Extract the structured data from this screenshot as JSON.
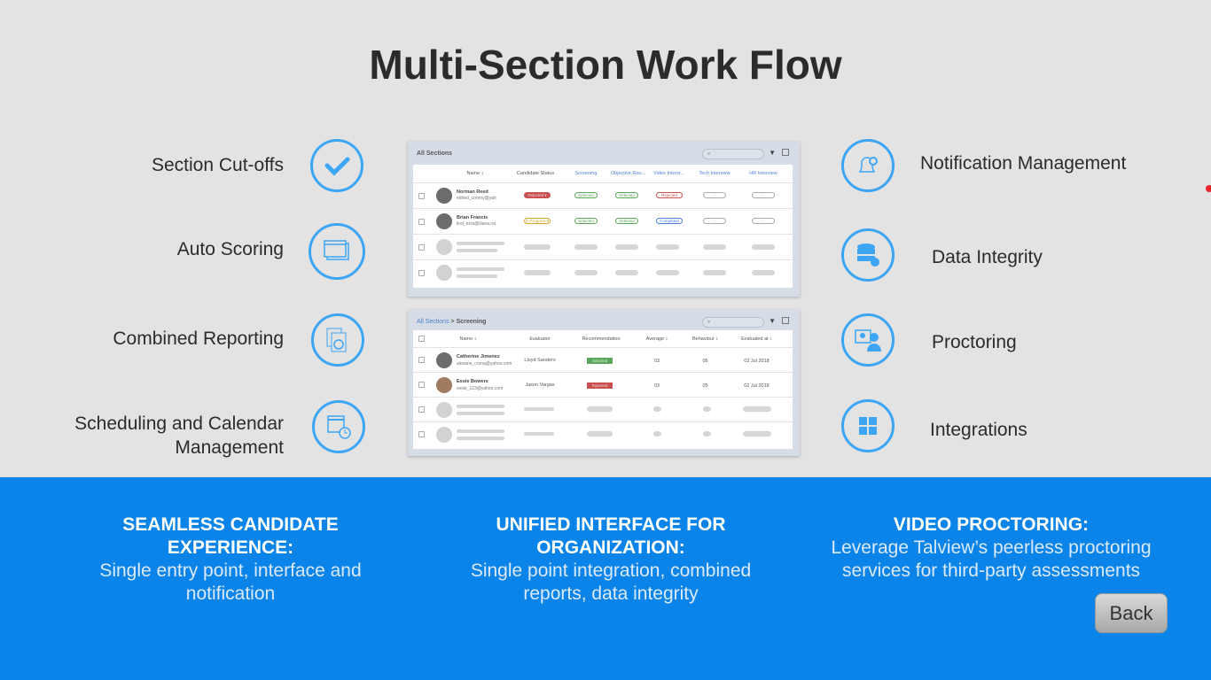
{
  "title": "Multi-Section Work Flow",
  "left_features": [
    {
      "label": "Section Cut-offs",
      "icon": "checkmark-icon"
    },
    {
      "label": "Auto Scoring",
      "icon": "browser-windows-icon"
    },
    {
      "label": "Combined Reporting",
      "icon": "report-pie-icon"
    },
    {
      "label": "Scheduling and Calendar Management",
      "icon": "calendar-clock-icon"
    }
  ],
  "right_features": [
    {
      "label": "Notification Management",
      "icon": "bell-gear-icon"
    },
    {
      "label": "Data Integrity",
      "icon": "database-gear-icon"
    },
    {
      "label": "Proctoring",
      "icon": "video-proctor-icon"
    },
    {
      "label": "Integrations",
      "icon": "puzzle-icon"
    }
  ],
  "panel1": {
    "title": "All Sections",
    "headers": [
      "Name ↕",
      "Candidate Status",
      "Screening",
      "Objective Rou...",
      "Video Intervi...",
      "Tech Interview",
      "HR Interview"
    ],
    "rows": [
      {
        "name": "Norman Reed",
        "email": "eldred_conroy@yah",
        "status": "Rejected ▾",
        "stages": [
          "Selected",
          "Selected",
          "Rejected",
          "--",
          "--"
        ]
      },
      {
        "name": "Brian Francis",
        "email": "lind_ezra@iliana.na",
        "status": "In Progress ▾",
        "stages": [
          "Selected",
          "Selected",
          "Completed",
          "--",
          "--"
        ]
      }
    ]
  },
  "panel2": {
    "breadcrumb": "All Sections",
    "title": "Screening",
    "headers": [
      "Name ↕",
      "Evaluator",
      "Recommendation",
      "Average ↕",
      "Behaviour ↕",
      "Evaluated at ↕"
    ],
    "rows": [
      {
        "name": "Catherine Jimenez",
        "email": "alexane_crona@yahoo.com",
        "evaluator": "Lloyd Sanders",
        "recommendation": "Selected",
        "average": "03",
        "behaviour": "05",
        "date": "02 Jul 2018"
      },
      {
        "name": "Essie Bowers",
        "email": "essie_123@yahoo.com",
        "evaluator": "Jason Vargas",
        "recommendation": "Rejected",
        "average": "03",
        "behaviour": "05",
        "date": "02 Jul 2018"
      }
    ]
  },
  "bottom": [
    {
      "heading": "SEAMLESS CANDIDATE EXPERIENCE:",
      "text": "Single entry point, interface and notification"
    },
    {
      "heading": "UNIFIED INTERFACE FOR ORGANIZATION:",
      "text": "Single point integration, combined reports, data integrity"
    },
    {
      "heading": "VIDEO PROCTORING:",
      "text": "Leverage Talview’s peerless proctoring services for third-party assessments"
    }
  ],
  "back_label": "Back",
  "colors": {
    "accent": "#3da5f5",
    "band": "#0a84e8",
    "selected": "#5aa65a",
    "rejected": "#c9504f"
  }
}
